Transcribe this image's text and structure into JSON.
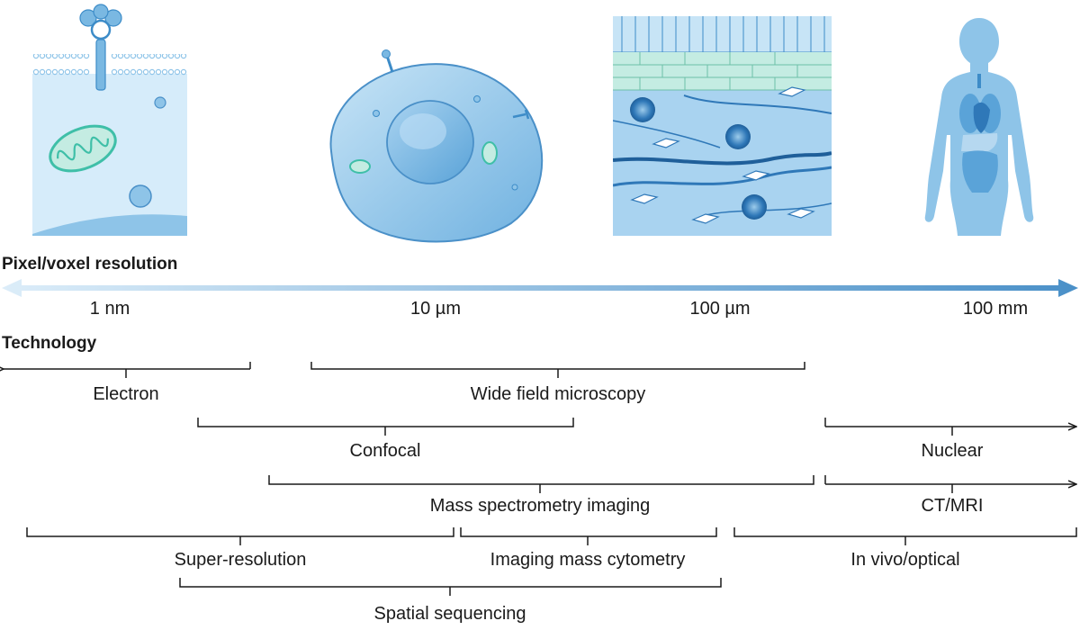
{
  "headers": {
    "resolution": "Pixel/voxel resolution",
    "technology": "Technology"
  },
  "scale_labels": [
    "1 nm",
    "10 µm",
    "100 µm",
    "100 mm"
  ],
  "technologies": [
    "Electron",
    "Wide field microscopy",
    "Confocal",
    "Nuclear",
    "Mass spectrometry imaging",
    "CT/MRI",
    "Super-resolution",
    "Imaging mass cytometry",
    "In vivo/optical",
    "Spatial sequencing"
  ],
  "illustrations": [
    {
      "icon": "cell-membrane-organelle-icon"
    },
    {
      "icon": "single-cell-icon"
    },
    {
      "icon": "tissue-section-icon"
    },
    {
      "icon": "human-body-icon"
    }
  ],
  "colors": {
    "arrow_start": "#dcedf9",
    "arrow_end": "#4a90c8",
    "illustration_blue": "#8ec4e8",
    "illustration_dark": "#3d8cc8",
    "teal": "#3fbfa8",
    "line": "#1a1a1a"
  }
}
